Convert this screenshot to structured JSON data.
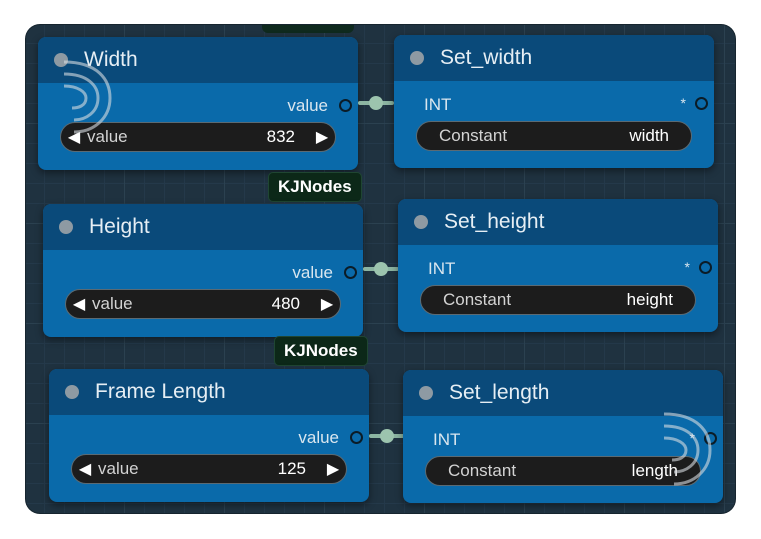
{
  "nodes": {
    "width": {
      "title": "Width",
      "output": "value",
      "widget_label": "value",
      "widget_value": "832"
    },
    "set_width": {
      "title": "Set_width",
      "type": "INT",
      "star": "*",
      "widget_label": "Constant",
      "widget_value": "width"
    },
    "height": {
      "title": "Height",
      "output": "value",
      "widget_label": "value",
      "widget_value": "480"
    },
    "set_height": {
      "title": "Set_height",
      "type": "INT",
      "star": "*",
      "widget_label": "Constant",
      "widget_value": "height"
    },
    "frame_length": {
      "title": "Frame Length",
      "output": "value",
      "widget_label": "value",
      "widget_value": "125"
    },
    "set_length": {
      "title": "Set_length",
      "type": "INT",
      "star": "*",
      "widget_label": "Constant",
      "widget_value": "length"
    }
  },
  "badges": [
    "KJNodes",
    "KJNodes"
  ],
  "icons": {
    "left_arrow": "◀",
    "right_arrow": "▶",
    "logo": "spiral-logo-icon"
  },
  "colors": {
    "node_body": "#0a6aaa",
    "node_header": "#0a4a7a",
    "canvas": "#1f3240",
    "link": "#8cb5a2",
    "badge": "#0c2818"
  }
}
